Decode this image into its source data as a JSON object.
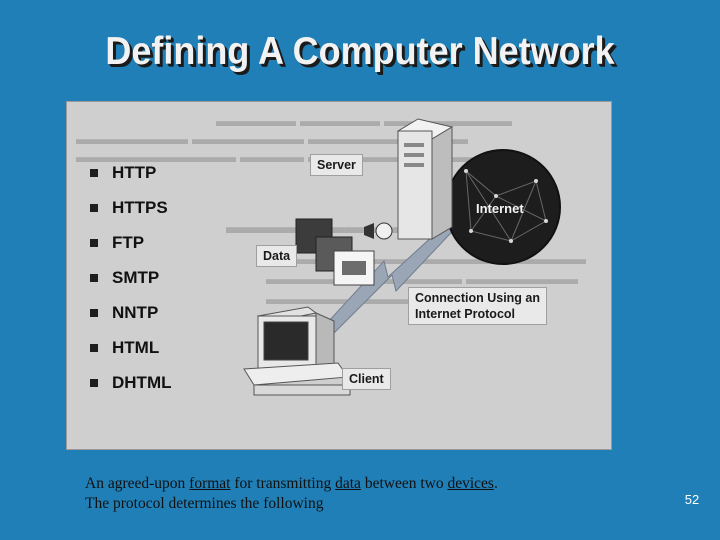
{
  "slide": {
    "background": "#1f7fb6",
    "title": "Defining A Computer Network",
    "page_number": "52"
  },
  "figure": {
    "bullets": [
      "HTTP",
      "HTTPS",
      "FTP",
      "SMTP",
      "NNTP",
      "HTML",
      "DHTML"
    ],
    "labels": {
      "server": "Server",
      "internet": "Internet",
      "data": "Data",
      "connection_line1": "Connection Using an",
      "connection_line2": "Internet Protocol",
      "client": "Client"
    }
  },
  "caption": {
    "line1_pre": "An agreed-upon ",
    "line1_link1": "format",
    "line1_mid1": " for transmitting ",
    "line1_link2": "data",
    "line1_mid2": " between two ",
    "line1_link3": "devices",
    "line1_post": ".",
    "line2": "The protocol determines the following"
  }
}
